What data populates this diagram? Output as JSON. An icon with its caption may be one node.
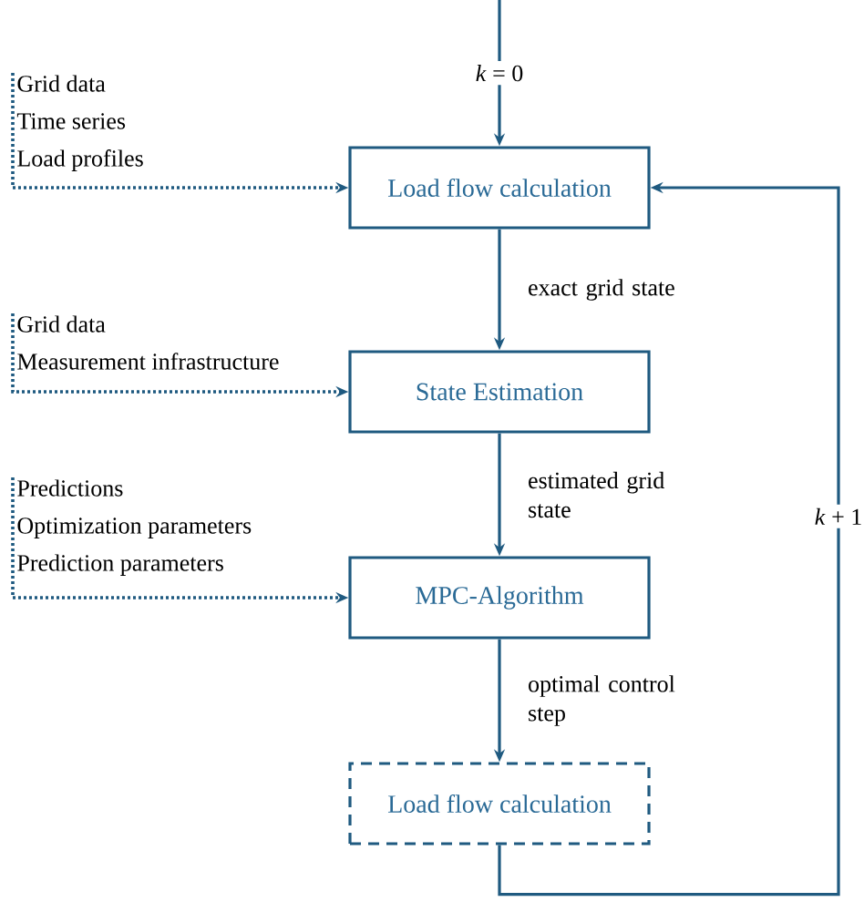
{
  "diagram": {
    "nodes": [
      {
        "text": [
          "Load flow calculation"
        ]
      },
      {
        "text": [
          "State Estimation"
        ]
      },
      {
        "text": [
          "MPC-Algorithm"
        ]
      },
      {
        "text": [
          "Load flow calculation"
        ]
      },
      {
        "text": [
          "Grid data",
          "Time series",
          "Load profiles"
        ]
      },
      {
        "text": [
          "Grid data",
          "Measurement infrastructure"
        ]
      },
      {
        "text": [
          "Predictions",
          "Optimization parameters",
          "Prediction parameters"
        ]
      }
    ],
    "edges": [
      {
        "from": null,
        "to": 0,
        "arrow": "to",
        "label": "*k* = 0"
      },
      {
        "from": 0,
        "to": 1,
        "arrow": "to",
        "label": "exact grid state"
      },
      {
        "from": 1,
        "to": 2,
        "arrow": "to",
        "label": "estimated grid state"
      },
      {
        "from": 2,
        "to": 3,
        "arrow": "to",
        "label": "optimal control step"
      },
      {
        "from": 3,
        "to": 0,
        "arrow": "to",
        "label": "*k* + 1"
      },
      {
        "from": 4,
        "to": 0,
        "arrow": "to",
        "style": "dashed"
      },
      {
        "from": 5,
        "to": 1,
        "arrow": "to",
        "style": "dashed"
      },
      {
        "from": 6,
        "to": 2,
        "arrow": "to",
        "style": "dashed"
      }
    ]
  }
}
